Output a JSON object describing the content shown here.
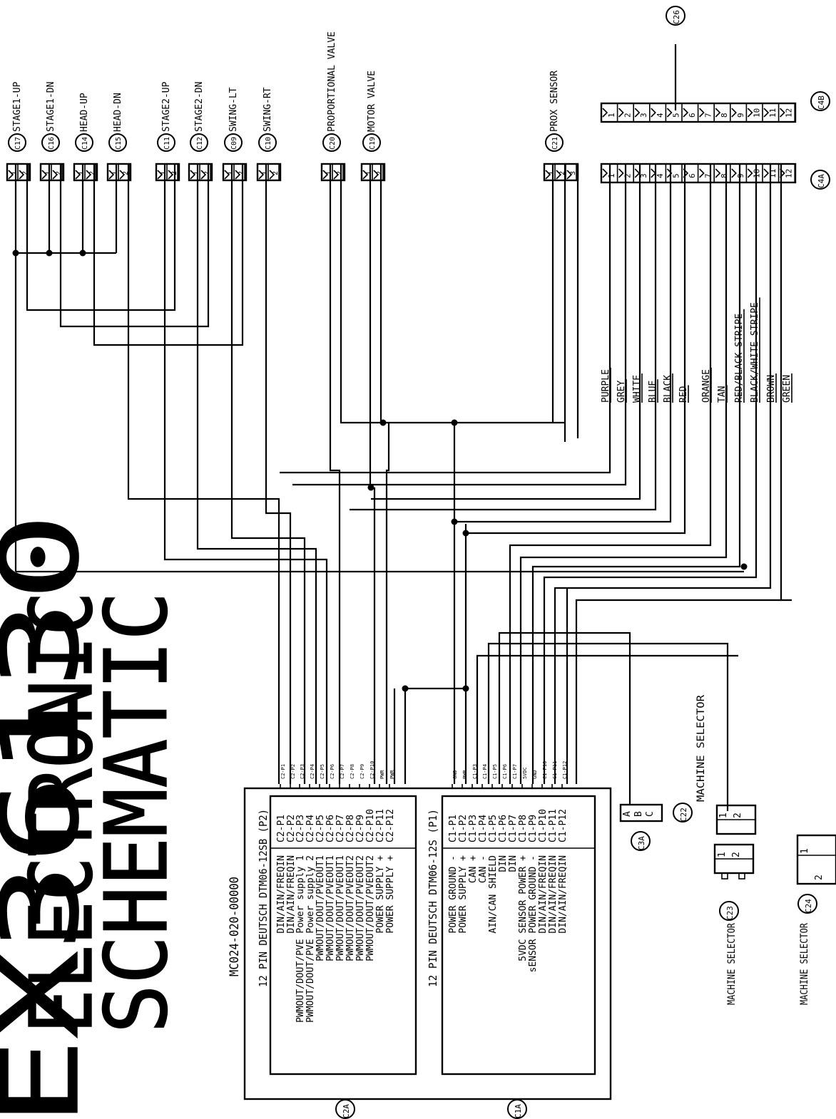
{
  "title": {
    "line1": "EX36130",
    "line2": "ELECTRONIC",
    "line3": "SCHEMATIC"
  },
  "module": {
    "part_number": "MC024-020-00000",
    "p2_header": "12 PIN DEUTSCH DTM06-12SB (P2)",
    "p1_header": "12 PIN DEUTSCH DTM06-12S (P1)",
    "p2_pins": [
      {
        "desc": "DIN/AIN/FREQIN",
        "pin": "C2-P1",
        "tag": "C2-P1"
      },
      {
        "desc": "DIN/AIN/FREQIN",
        "pin": "C2-P2",
        "tag": "C2-P2"
      },
      {
        "desc": "PWMOUT/DOUT/PVE Power supply 1",
        "pin": "C2-P3",
        "tag": "C2-P3"
      },
      {
        "desc": "PWMOUT/DOUT/PVE Power supply 2",
        "pin": "C2-P4",
        "tag": "C2-P4"
      },
      {
        "desc": "PWMOUT/DOUT/PVEOUT1",
        "pin": "C2-P5",
        "tag": "C2-P5"
      },
      {
        "desc": "PWMOUT/DOUT/PVEOUT1",
        "pin": "C2-P6",
        "tag": "C2-P6"
      },
      {
        "desc": "PWMOUT/DOUT/PVEOUT1",
        "pin": "C2-P7",
        "tag": "C2-P7"
      },
      {
        "desc": "PWMOUT/DOUT/PVEOUT2",
        "pin": "C2-P8",
        "tag": "C2-P8"
      },
      {
        "desc": "PWMOUT/DOUT/PVEOUT2",
        "pin": "C2-P9",
        "tag": "C2-P9"
      },
      {
        "desc": "PWMOUT/DOUT/PVEOUT2",
        "pin": "C2-P10",
        "tag": "C2-P10"
      },
      {
        "desc": "POWER SUPPLY +",
        "pin": "C2-P11",
        "tag": "PWR"
      },
      {
        "desc": "POWER SUPPLY +",
        "pin": "C2-P12",
        "tag": "PWR"
      }
    ],
    "p1_pins": [
      {
        "desc": "POWER GROUND -",
        "pin": "C1-P1",
        "tag": "GND"
      },
      {
        "desc": "POWER SUPPLY +",
        "pin": "C1-P2",
        "tag": "PWR"
      },
      {
        "desc": "CAN +",
        "pin": "C1-P3",
        "tag": "C1-P3"
      },
      {
        "desc": "CAN -",
        "pin": "C1-P4",
        "tag": "C1-P4"
      },
      {
        "desc": "AIN/CAN SHIELD",
        "pin": "C1-P5",
        "tag": "C1-P5"
      },
      {
        "desc": "DIN",
        "pin": "C1-P6",
        "tag": "C1-P6"
      },
      {
        "desc": "DIN",
        "pin": "C1-P7",
        "tag": "C1-P7"
      },
      {
        "desc": "5VDC SENSOR POWER +",
        "pin": "C1-P8",
        "tag": "5VDC"
      },
      {
        "desc": "sENSOR POWER GROUND -",
        "pin": "C1-P9",
        "tag": "GND"
      },
      {
        "desc": "DIN/AIN/FREQIN",
        "pin": "C1-P10",
        "tag": "C1-P10"
      },
      {
        "desc": "DIN/AIN/FREQIN",
        "pin": "C1-P11",
        "tag": "C1-P11"
      },
      {
        "desc": "DIN/AIN/FREQIN",
        "pin": "C1-P12",
        "tag": "C1-P12"
      }
    ]
  },
  "connector_ids": {
    "c2a": "C2A",
    "c1a": "C1A",
    "c3a": "C3A",
    "c4a": "C4A",
    "c4b": "C4B",
    "c26": "C26",
    "c22": "C22",
    "c23": "C23",
    "c24": "C24"
  },
  "top_connectors": [
    {
      "id": "C17",
      "label": "STAGE1-UP"
    },
    {
      "id": "C16",
      "label": "STAGE1-DN"
    },
    {
      "id": "C14",
      "label": "HEAD-UP"
    },
    {
      "id": "C15",
      "label": "HEAD-DN"
    },
    {
      "id": "C11",
      "label": "STAGE2-UP"
    },
    {
      "id": "C12",
      "label": "STAGE2-DN"
    },
    {
      "id": "C09",
      "label": "SWING-LT"
    },
    {
      "id": "C10",
      "label": "SWING-RT"
    },
    {
      "id": "C20",
      "label": "PROPORTIONAL VALVE"
    },
    {
      "id": "C19",
      "label": "MOTOR VALVE"
    },
    {
      "id": "C21",
      "label": "PROX SENSOR"
    }
  ],
  "pin_numbers": [
    "1",
    "2",
    "3",
    "4",
    "5",
    "6",
    "7",
    "8",
    "9",
    "10",
    "11",
    "12"
  ],
  "c3a_pins": [
    "A",
    "B",
    "C"
  ],
  "wire_colors": [
    "PURPLE",
    "GREY",
    "WHITE",
    "BLUE",
    "BLACK",
    "RED",
    "ORANGE",
    "TAN",
    "RED/BLACK STRIPE",
    "BLACK/WHITE STRIPE",
    "BROWN",
    "GREEN"
  ],
  "selectors": {
    "c22_label": "MACHINE SELECTOR",
    "c23_label": "MACHINE SELECTOR",
    "c24_label": "MACHINE SELECTOR"
  }
}
